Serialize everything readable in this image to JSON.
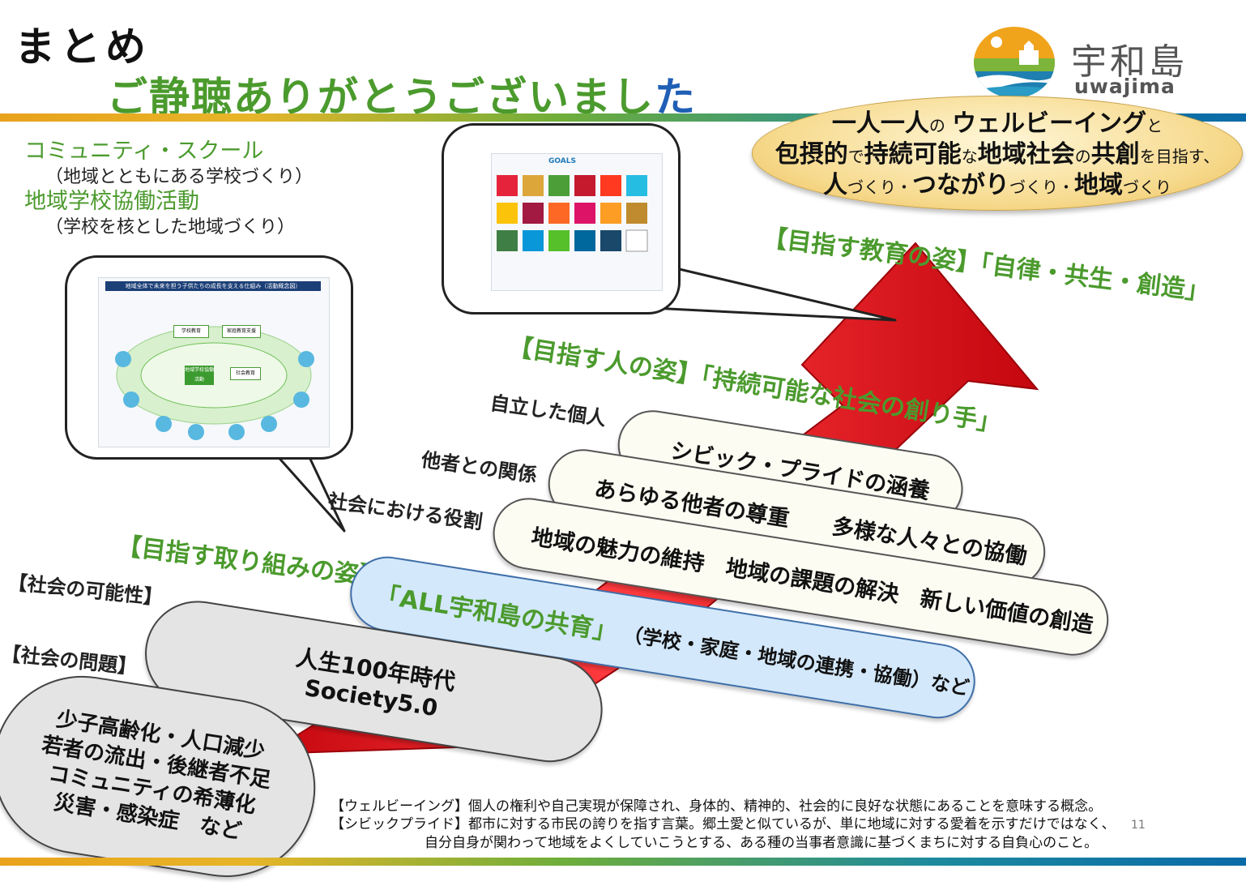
{
  "header": {
    "title": "まとめ",
    "thanks_main": "ご静聴ありがとうございまし",
    "thanks_last": "た",
    "logo_jp": "宇和島",
    "logo_en": "uwajima"
  },
  "left": {
    "item1": "コミュニティ・スクール",
    "item1_sub": "（地域とともにある学校づくり）",
    "item2": "地域学校協働活動",
    "item2_sub": "（学校を核とした地域づくり）"
  },
  "goal_ellipse": {
    "line1_a": "一人一人",
    "line1_b": "の",
    "line1_c": "ウェルビーイング",
    "line1_d": "と",
    "line2_a": "包摂的",
    "line2_b": "で",
    "line2_c": "持続可能",
    "line2_d": "な",
    "line2_e": "地域社会",
    "line2_f": "の",
    "line2_g": "共創",
    "line2_h": "を目指す、",
    "line3_a": "人",
    "line3_b": "づくり・",
    "line3_c": "つながり",
    "line3_d": "づくり・",
    "line3_e": "地域",
    "line3_f": "づくり"
  },
  "headings": {
    "education": "【目指す教育の姿】「自律・共生・創造」",
    "person": "【目指す人の姿】「持続可能な社会の創り手」",
    "efforts": "【目指す取り組みの姿】"
  },
  "side_labels": {
    "independent": "自立した個人",
    "relations": "他者との関係",
    "role": "社会における役割",
    "possibility": "【社会の可能性】",
    "problems": "【社会の問題】"
  },
  "pills": {
    "civic": "シビック・プライドの涵養",
    "respect": "あらゆる他者の尊重　　多様な人々との協働",
    "region": "地域の魅力の維持　地域の課題の解決　新しい価値の創造",
    "all_main": "「ALL宇和島の共育」",
    "all_sub": "（学校・家庭・地域の連携・協働）など",
    "possibility_1": "人生100年時代",
    "possibility_2": "Society5.0",
    "problem_1": "少子高齢化・人口減少",
    "problem_2": "若者の流出・後継者不足",
    "problem_3": "コミュニティの希薄化",
    "problem_4": "災害・感染症　など"
  },
  "diagram_image": {
    "title": "地域全体で未来を担う子供たちの成長を支える仕組み（活動概念図）",
    "school": "学校教育",
    "home": "家庭教育支援",
    "center": "地域学校協働活動",
    "social": "社会教育"
  },
  "sdgs_image": {
    "title": "SUSTAINABLE DEVELOPMENT GOALS",
    "goals": "GOALS"
  },
  "footnotes": {
    "line1": "【ウェルビーイング】個人の権利や自己実現が保障され、身体的、精神的、社会的に良好な状態にあることを意味する概念。",
    "line2": "【シビックプライド】都市に対する市民の誇りを指す言葉。郷土愛と似ているが、単に地域に対する愛着を示すだけではなく、",
    "line3": "自分自身が関わって地域をよくしていこうとする、ある種の当事者意識に基づくまちに対する自負心のこと。",
    "page": "11"
  },
  "colors": {
    "green": "#4b9a2d",
    "blue": "#1f5fb5",
    "arrow_red": "#e3141c"
  }
}
